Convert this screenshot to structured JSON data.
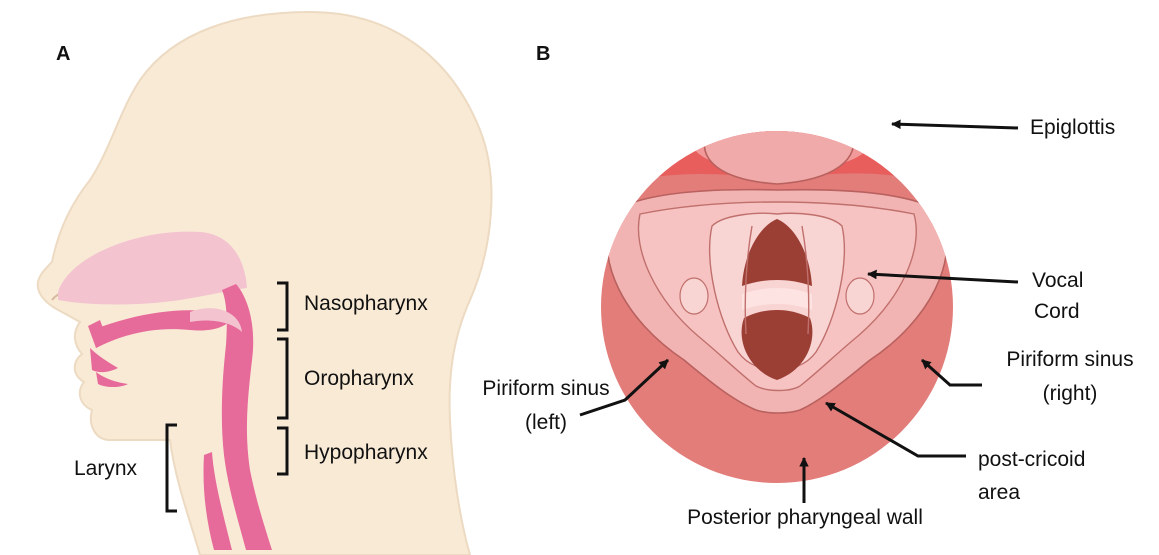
{
  "panels": {
    "a": "A",
    "b": "B"
  },
  "panel_a": {
    "labels": {
      "nasopharynx": "Nasopharynx",
      "oropharynx": "Oropharynx",
      "hypopharynx": "Hypopharynx",
      "larynx": "Larynx"
    }
  },
  "panel_b": {
    "labels": {
      "epiglottis": "Epiglottis",
      "vocal_cord_line1": "Vocal",
      "vocal_cord_line2": "Cord",
      "piriform_right_line1": "Piriform sinus",
      "piriform_right_line2": "(right)",
      "piriform_left_line1": "Piriform sinus",
      "piriform_left_line2": "(left)",
      "post_cricoid_line1": "post-cricoid",
      "post_cricoid_line2": "area",
      "posterior_wall": "Posterior pharyngeal wall"
    }
  },
  "colors": {
    "skin": "#f9ead6",
    "pharynx": "#e66a9a",
    "soft_tissue": "#f3c4cf",
    "scope_circle": "#e27d7a",
    "mucosa": "#f0aaa9",
    "airway": "#9b3e34"
  }
}
